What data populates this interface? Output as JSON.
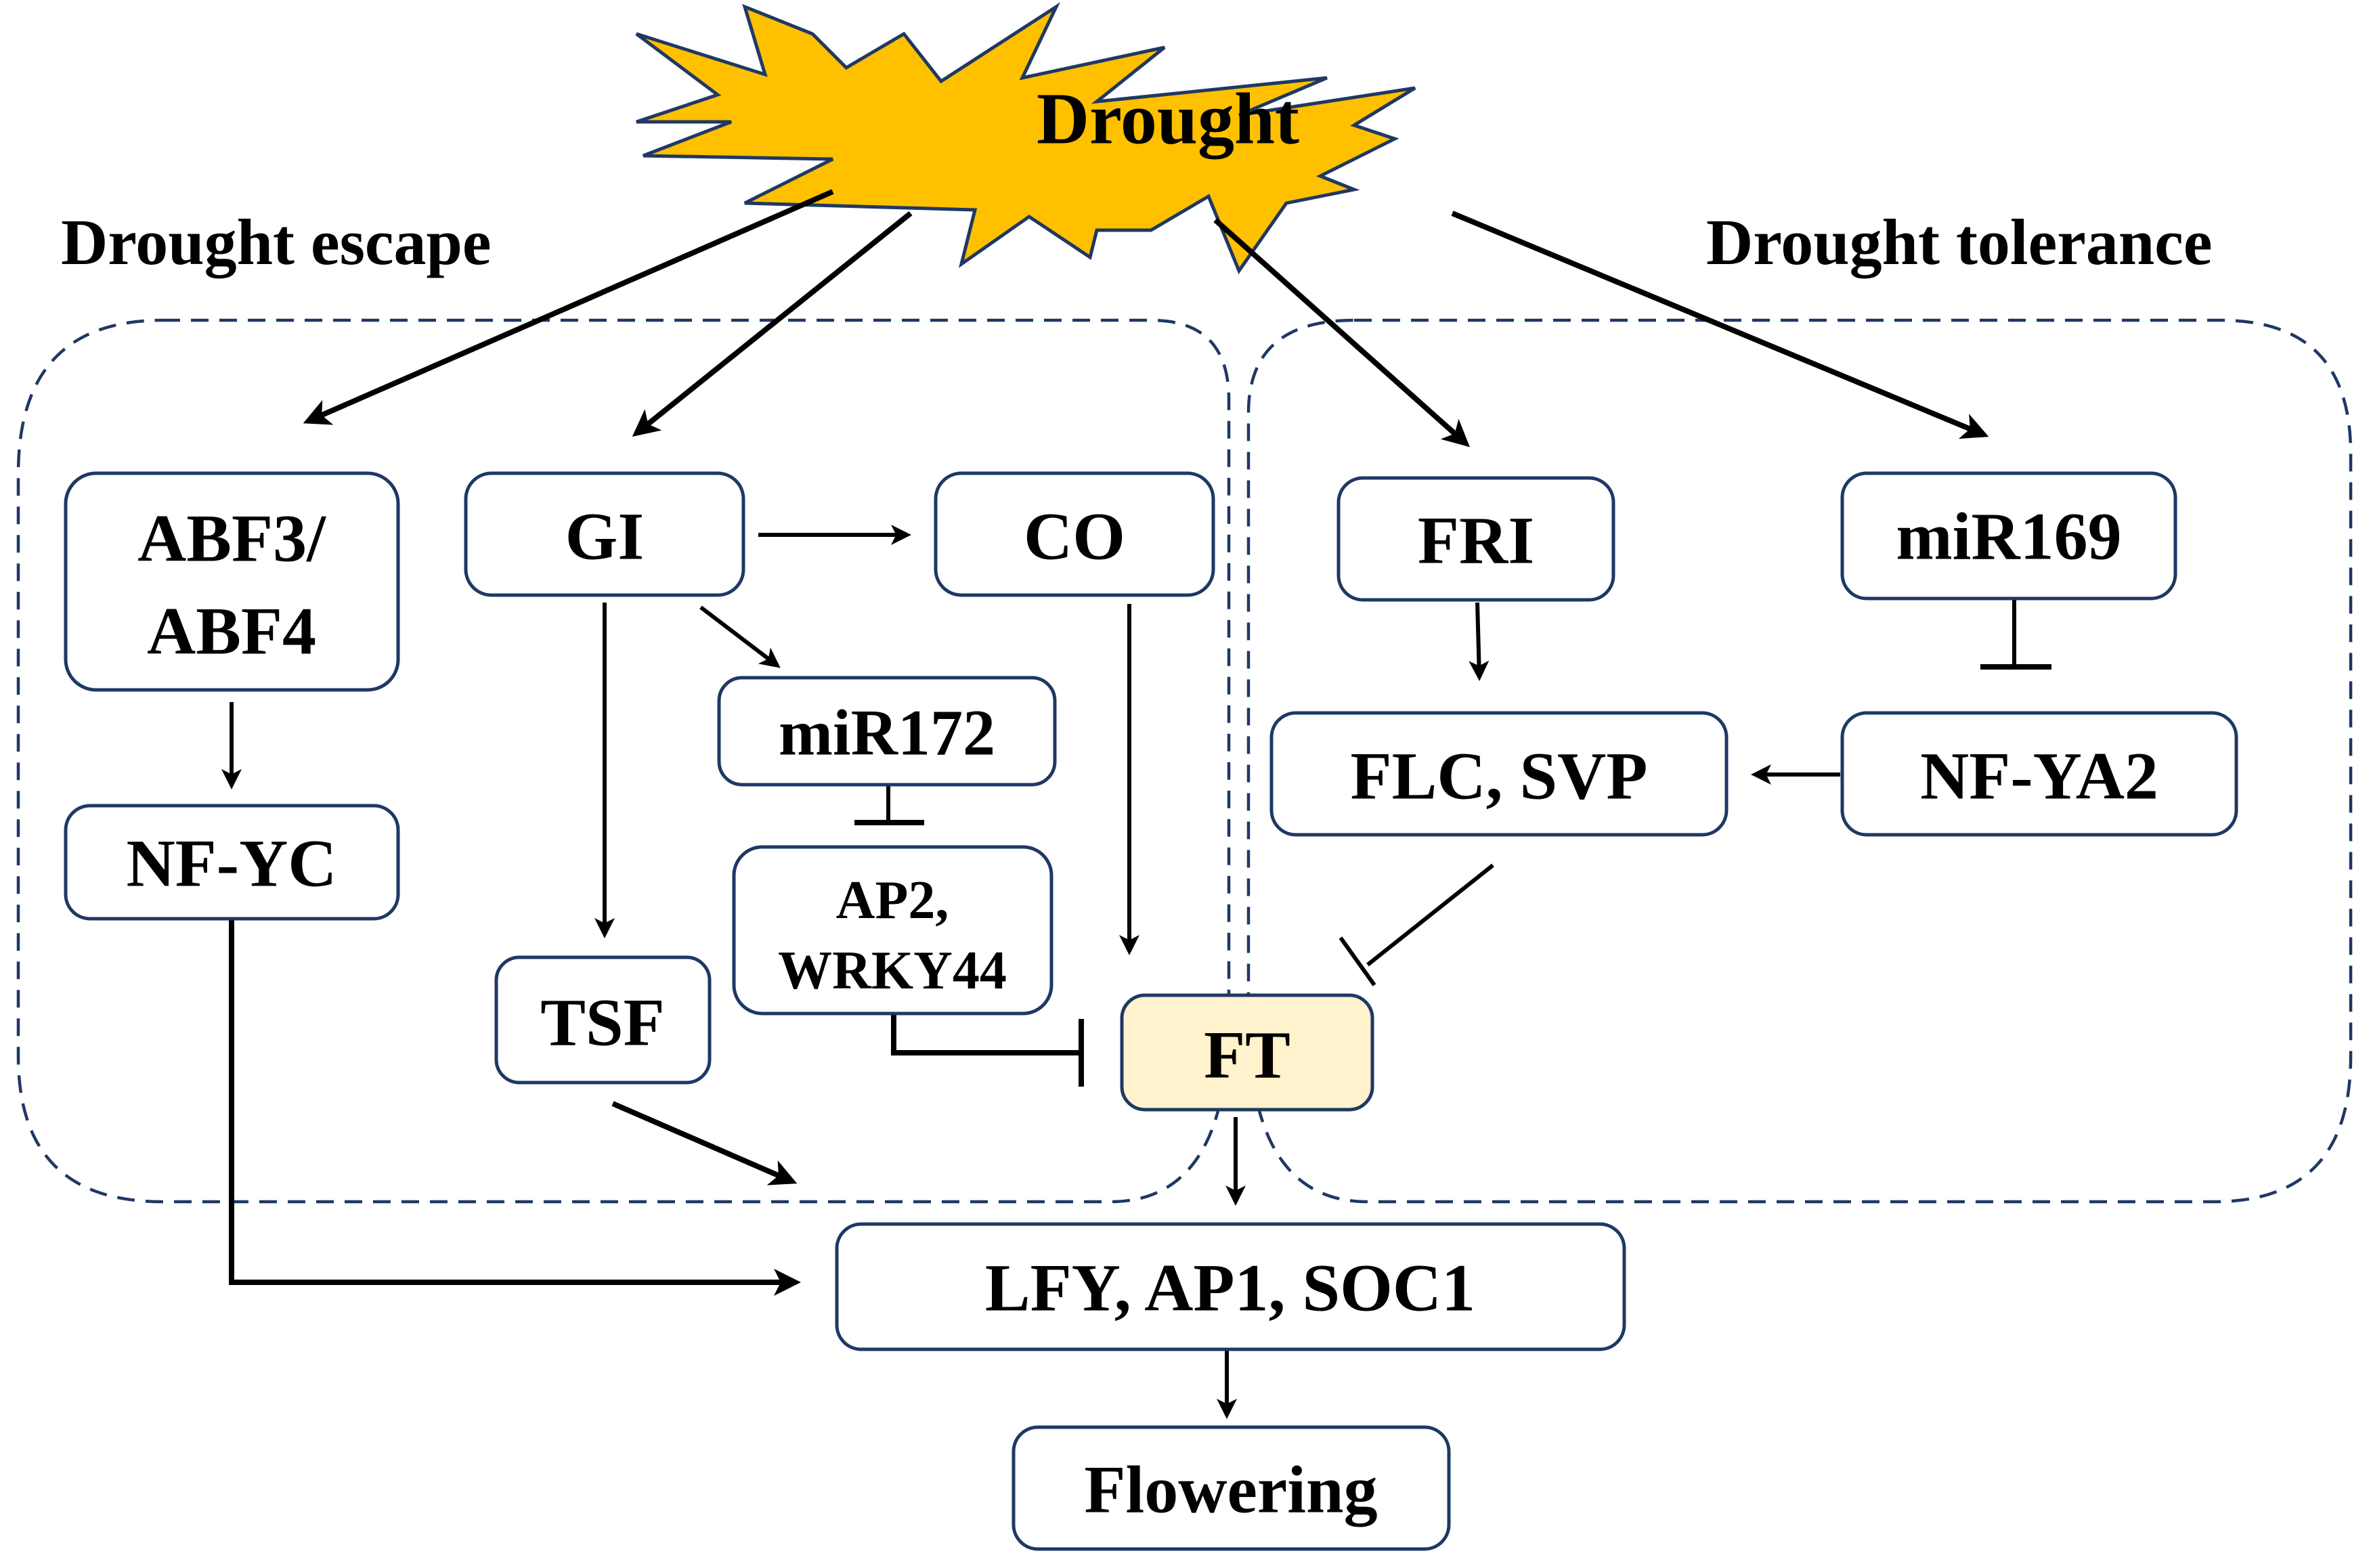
{
  "title_node": {
    "label": "Drought",
    "fill": "#ffc000",
    "stroke": "#1f3864"
  },
  "groups": {
    "escape": {
      "label": "Drought escape"
    },
    "tolerance": {
      "label": "Drought tolerance"
    }
  },
  "nodes": {
    "abf": {
      "lines": [
        "ABF3/",
        "ABF4"
      ]
    },
    "gi": {
      "label": "GI"
    },
    "co": {
      "label": "CO"
    },
    "mir172": {
      "label": "miR172"
    },
    "ap2": {
      "lines": [
        "AP2,",
        "WRKY44"
      ]
    },
    "nfyc": {
      "label": "NF-YC"
    },
    "tsf": {
      "label": "TSF"
    },
    "ft": {
      "label": "FT",
      "fill": "#fff2cc"
    },
    "fri": {
      "label": "FRI"
    },
    "mir169": {
      "label": "miR169"
    },
    "flc": {
      "label": "FLC, SVP"
    },
    "nfya2": {
      "label": "NF-YA2"
    },
    "lfy": {
      "label": "LFY, AP1, SOC1"
    },
    "flowering": {
      "label": "Flowering"
    }
  },
  "edges": [
    {
      "from": "Drought",
      "to": "ABF3/ABF4",
      "type": "activation"
    },
    {
      "from": "Drought",
      "to": "GI",
      "type": "activation"
    },
    {
      "from": "Drought",
      "to": "FRI",
      "type": "activation"
    },
    {
      "from": "Drought",
      "to": "miR169",
      "type": "activation"
    },
    {
      "from": "GI",
      "to": "CO",
      "type": "activation"
    },
    {
      "from": "GI",
      "to": "miR172",
      "type": "activation"
    },
    {
      "from": "GI",
      "to": "TSF",
      "type": "activation"
    },
    {
      "from": "miR172",
      "to": "AP2, WRKY44",
      "type": "inhibition"
    },
    {
      "from": "AP2, WRKY44",
      "to": "FT",
      "type": "inhibition"
    },
    {
      "from": "CO",
      "to": "FT",
      "type": "activation"
    },
    {
      "from": "ABF3/ABF4",
      "to": "NF-YC",
      "type": "activation"
    },
    {
      "from": "NF-YC",
      "to": "LFY, AP1, SOC1",
      "type": "activation"
    },
    {
      "from": "TSF",
      "to": "LFY, AP1, SOC1",
      "type": "activation"
    },
    {
      "from": "FT",
      "to": "LFY, AP1, SOC1",
      "type": "activation"
    },
    {
      "from": "FRI",
      "to": "FLC, SVP",
      "type": "activation"
    },
    {
      "from": "miR169",
      "to": "NF-YA2",
      "type": "inhibition"
    },
    {
      "from": "NF-YA2",
      "to": "FLC, SVP",
      "type": "activation"
    },
    {
      "from": "FLC, SVP",
      "to": "FT",
      "type": "inhibition"
    },
    {
      "from": "LFY, AP1, SOC1",
      "to": "Flowering",
      "type": "activation"
    }
  ]
}
